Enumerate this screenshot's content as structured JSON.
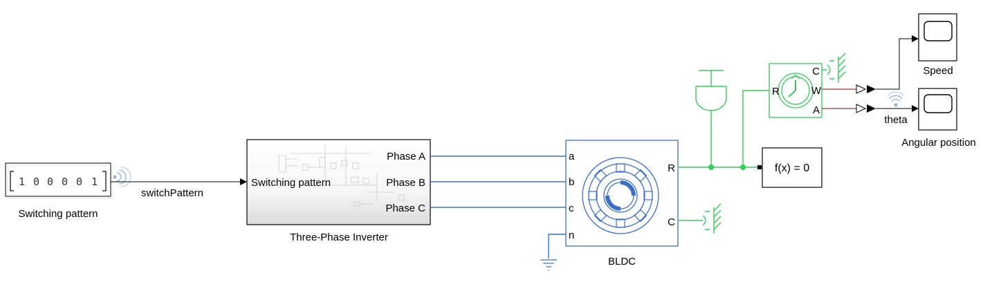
{
  "blocks": {
    "switching_pattern": {
      "name": "Switching pattern",
      "display_values": [
        "1",
        "0",
        "0",
        "0",
        "0",
        "1"
      ]
    },
    "inverter": {
      "name": "Three-Phase Inverter",
      "input_port": "Switching pattern",
      "output_ports": [
        "Phase A",
        "Phase B",
        "Phase C"
      ]
    },
    "bldc": {
      "name": "BLDC",
      "left_ports": [
        "a",
        "b",
        "c",
        "n"
      ],
      "right_ports": [
        "R",
        "C"
      ]
    },
    "solver": {
      "label": "f(x) = 0"
    },
    "sensor": {
      "ports": [
        "R",
        "C",
        "W",
        "A"
      ]
    },
    "speed_scope": {
      "name": "Speed"
    },
    "position_scope": {
      "name": "Angular position"
    }
  },
  "signals": {
    "switch_pattern_line": "switchPattern",
    "theta_line": "theta"
  },
  "colors": {
    "electrical": "#3a6ec9",
    "mechanical": "#33cc55",
    "physical_signal": "#a85c5c",
    "signal": "#000000",
    "block_border": "#000000",
    "bldc_border": "#3a6ec9"
  },
  "icons": [
    "wireless-signal-icon",
    "ground-icon",
    "inertia-icon",
    "mechanical-reference-icon",
    "motion-sensor-icon",
    "scope-icon",
    "ps-converter-icon"
  ]
}
